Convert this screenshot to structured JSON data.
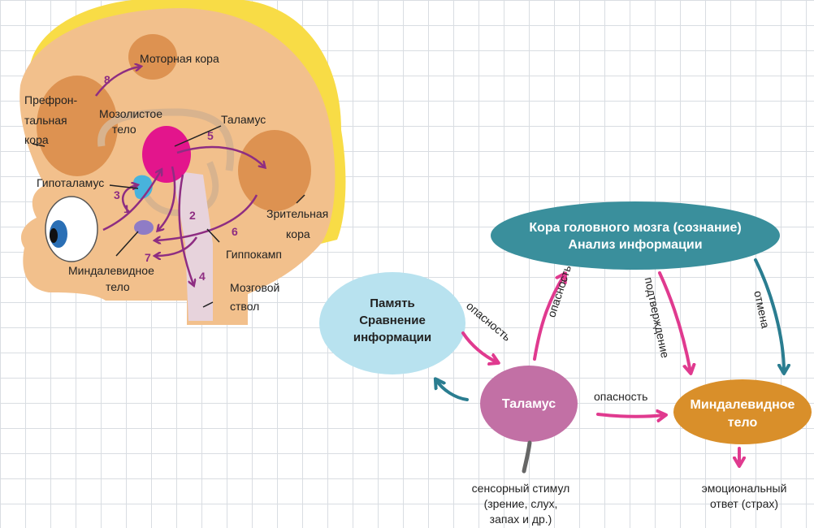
{
  "brain": {
    "labels": {
      "motor_cortex": "Моторная кора",
      "prefrontal_1": "Префрон-",
      "prefrontal_2": "тальная",
      "prefrontal_3": "кора",
      "corpus_callosum_1": "Мозолистое",
      "corpus_callosum_2": "тело",
      "thalamus": "Таламус",
      "hypothalamus": "Гипоталамус",
      "visual_cortex_1": "Зрительная",
      "visual_cortex_2": "кора",
      "amygdala_1": "Миндалевидное",
      "amygdala_2": "тело",
      "hippocampus": "Гиппокамп",
      "brainstem_1": "Мозговой",
      "brainstem_2": "ствол"
    },
    "pathway_numbers": [
      "1",
      "2",
      "3",
      "4",
      "5",
      "6",
      "7",
      "8"
    ],
    "colors": {
      "hair": "#f8dc46",
      "head": "#f2c08c",
      "lobe": "#dd9251",
      "thalamus": "#e3158c",
      "hypothalamus": "#48b3dc",
      "amygdala": "#8f7cc6",
      "pathway": "#8e2d82"
    }
  },
  "flow": {
    "cortex_1": "Кора головного мозга (сознание)",
    "cortex_2": "Анализ информации",
    "memory_1": "Память",
    "memory_2": "Сравнение",
    "memory_3": "информации",
    "thalamus": "Таламус",
    "amygdala_1": "Миндалевидное",
    "amygdala_2": "тело",
    "sensory_1": "сенсорный стимул",
    "sensory_2": "(зрение, слух,",
    "sensory_3": "запах и др.)",
    "emotion_1": "эмоциональный",
    "emotion_2": "ответ (страх)",
    "edge_danger_1": "опасность",
    "edge_danger_2": "опасность",
    "edge_danger_3": "опасность",
    "edge_confirm": "подтверждение",
    "edge_cancel": "отмена",
    "colors": {
      "cortex": "#3a8f9c",
      "memory": "#b8e2ef",
      "thalamus": "#c270a5",
      "amygdala": "#d98f2a",
      "arrow_pink": "#e03a8f",
      "arrow_teal": "#2a7d90",
      "arrow_gray": "#666666"
    }
  }
}
